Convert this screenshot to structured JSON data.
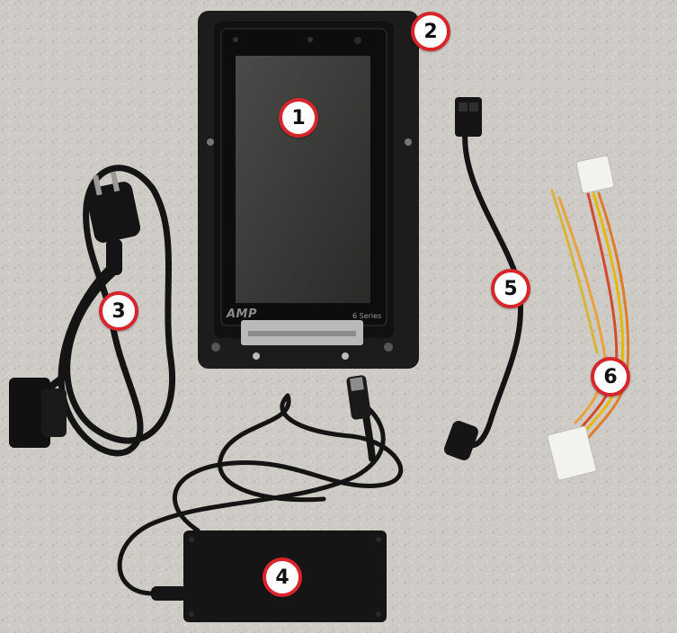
{
  "photo": {
    "background_color": "#cfcdc9",
    "marker_color": "#d8252b"
  },
  "device": {
    "brand": "AMP",
    "series": "6 Series"
  },
  "callouts": [
    {
      "number": "1"
    },
    {
      "number": "2"
    },
    {
      "number": "3"
    },
    {
      "number": "4"
    },
    {
      "number": "5"
    },
    {
      "number": "6"
    }
  ]
}
